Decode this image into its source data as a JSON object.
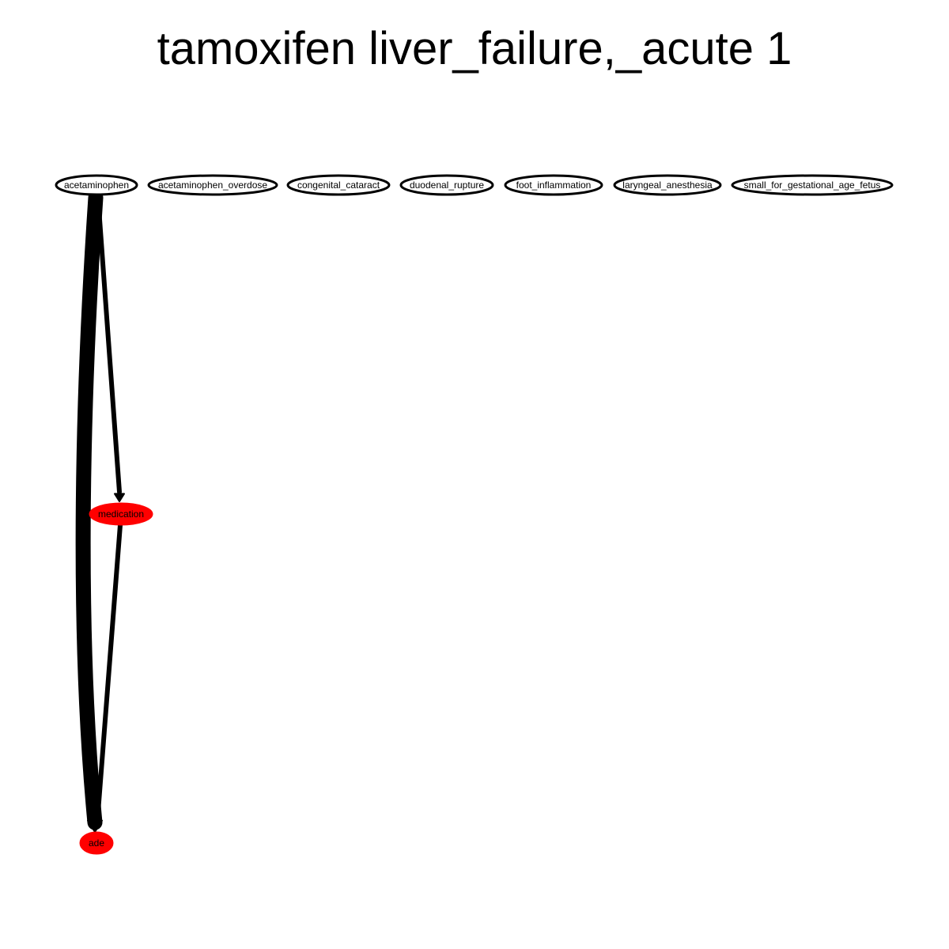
{
  "title": "tamoxifen liver_failure,_acute 1",
  "colors": {
    "background": "#ffffff",
    "edge": "#000000",
    "node_outline": "#000000",
    "node_fill_plain": "#ffffff",
    "node_fill_highlight": "#ff0000",
    "label": "#000000"
  },
  "nodes": [
    {
      "id": "acetaminophen",
      "label": "acetaminophen",
      "style": "outlined"
    },
    {
      "id": "acetaminophen_overdose",
      "label": "acetaminophen_overdose",
      "style": "outlined"
    },
    {
      "id": "congenital_cataract",
      "label": "congenital_cataract",
      "style": "outlined"
    },
    {
      "id": "duodenal_rupture",
      "label": "duodenal_rupture",
      "style": "outlined"
    },
    {
      "id": "foot_inflammation",
      "label": "foot_inflammation",
      "style": "outlined"
    },
    {
      "id": "laryngeal_anesthesia",
      "label": "laryngeal_anesthesia",
      "style": "outlined"
    },
    {
      "id": "small_for_gestational_age_fetus",
      "label": "small_for_gestational_age_fetus",
      "style": "outlined"
    },
    {
      "id": "medication",
      "label": "medication",
      "style": "filled"
    },
    {
      "id": "ade",
      "label": "ade",
      "style": "filled"
    }
  ],
  "edges": [
    {
      "from": "acetaminophen",
      "to": "ade",
      "weight": "heavy"
    },
    {
      "from": "acetaminophen",
      "to": "medication",
      "weight": "light"
    },
    {
      "from": "medication",
      "to": "ade",
      "weight": "light"
    }
  ]
}
